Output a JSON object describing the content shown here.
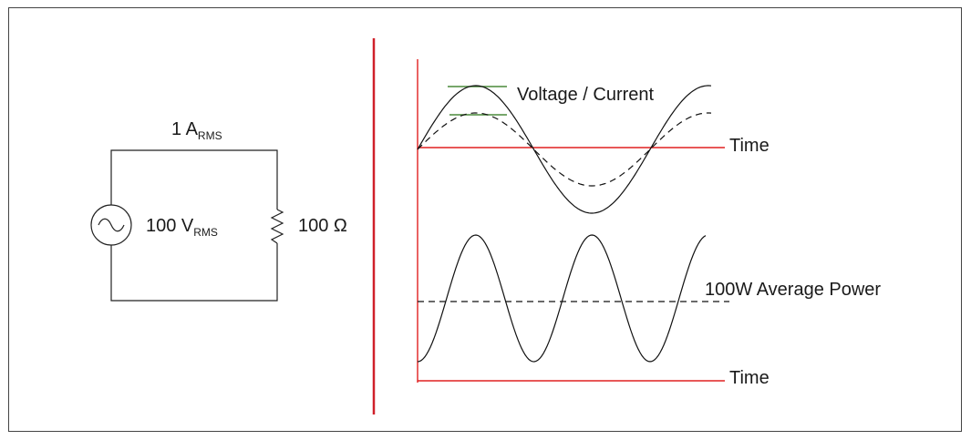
{
  "circuit": {
    "current_value": "1 A",
    "current_sub": "RMS",
    "voltage_value": "100 V",
    "voltage_sub": "RMS",
    "resistance": "100 Ω"
  },
  "waveforms": {
    "top_label": "Voltage / Current",
    "top_axis_label": "Time",
    "power_label": "100W Average Power",
    "bottom_axis_label": "Time"
  },
  "colors": {
    "divider": "#d0202a",
    "axis": "#e02020",
    "rms_marker": "#4a8a3a",
    "wire": "#222222"
  }
}
